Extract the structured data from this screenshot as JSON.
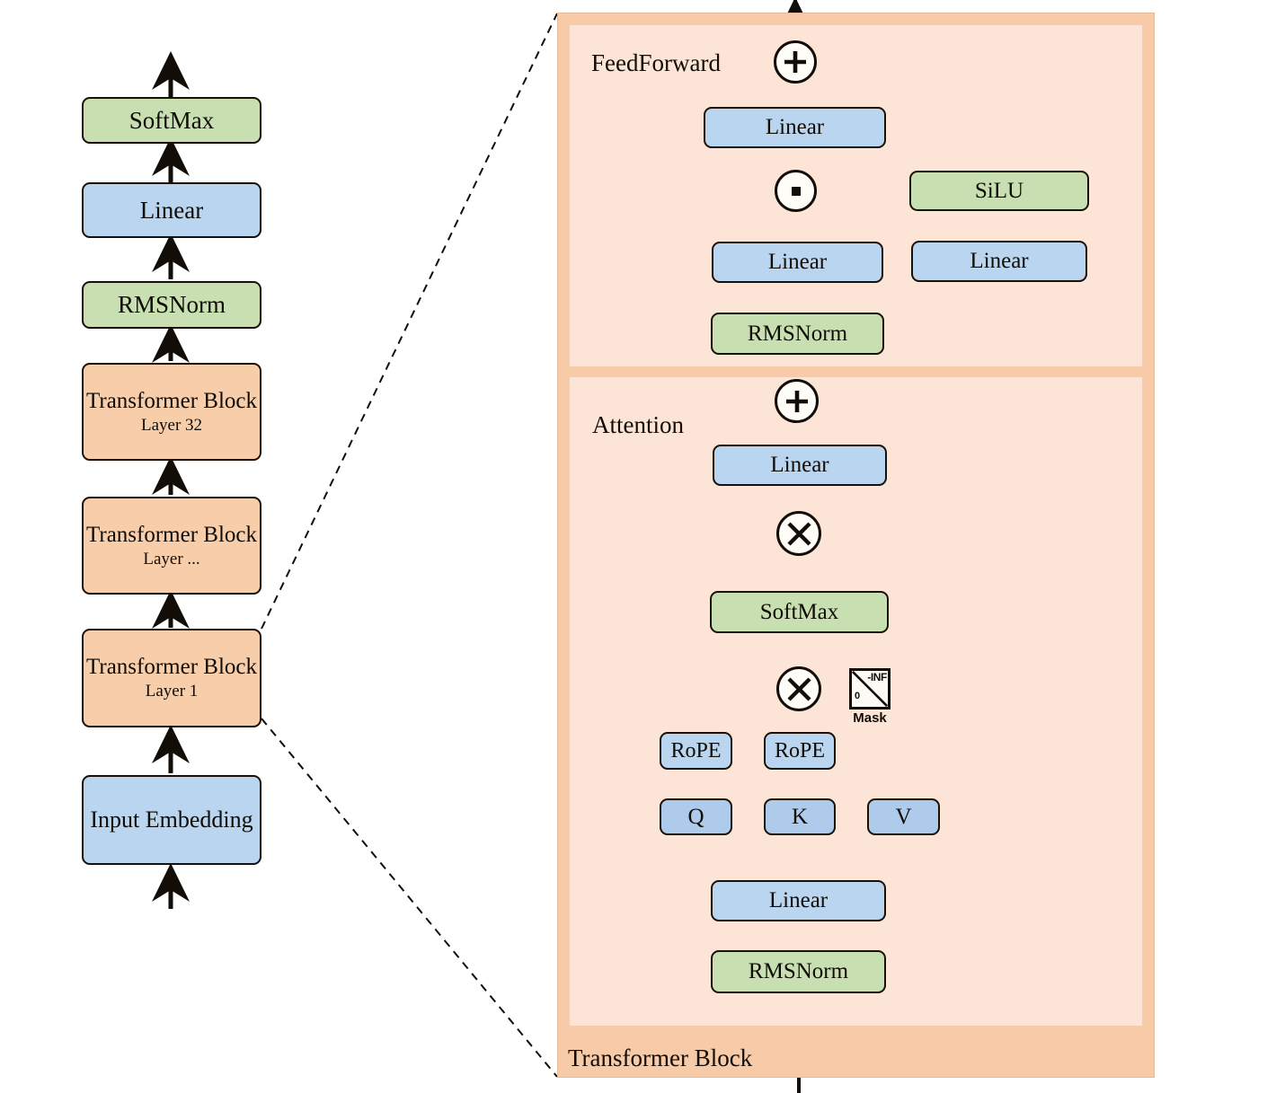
{
  "diagram": {
    "title": "Transformer Block",
    "left_stack": {
      "nodes": [
        {
          "label": "SoftMax",
          "sub": "",
          "color": "green"
        },
        {
          "label": "Linear",
          "sub": "",
          "color": "blue"
        },
        {
          "label": "RMSNorm",
          "sub": "",
          "color": "green"
        },
        {
          "label": "Transformer Block",
          "sub": "Layer 32",
          "color": "peach"
        },
        {
          "label": "Transformer Block",
          "sub": "Layer ...",
          "color": "peach"
        },
        {
          "label": "Transformer Block",
          "sub": "Layer 1",
          "color": "peach"
        },
        {
          "label": "Input Embedding",
          "sub": "",
          "color": "blue"
        }
      ]
    },
    "detail": {
      "outer_label": "Transformer Block",
      "feedforward": {
        "label": "FeedForward",
        "nodes": {
          "out_linear": "Linear",
          "silu": "SiLU",
          "gate_linear": "Linear",
          "up_linear": "Linear",
          "rmsnorm": "RMSNorm"
        },
        "ops": {
          "residual_add": "plus-operator",
          "elementwise_mul": "dot-operator"
        }
      },
      "attention": {
        "label": "Attention",
        "nodes": {
          "out_linear": "Linear",
          "softmax": "SoftMax",
          "rope_q": "RoPE",
          "rope_k": "RoPE",
          "q": "Q",
          "k": "K",
          "v": "V",
          "qkv_linear": "Linear",
          "rmsnorm": "RMSNorm"
        },
        "mask": {
          "caption": "Mask",
          "upper": "-INF",
          "lower": "0"
        },
        "ops": {
          "residual_add": "plus-operator",
          "scores_matmul": "cross-operator",
          "context_matmul": "cross-operator"
        }
      }
    },
    "colors": {
      "green": "#c8dfb1",
      "blue": "#b9d5ef",
      "peach": "#f8cdaa",
      "panel_outer": "#f7cba7",
      "panel_inner": "#fce4d6",
      "stroke": "#120d07"
    }
  }
}
